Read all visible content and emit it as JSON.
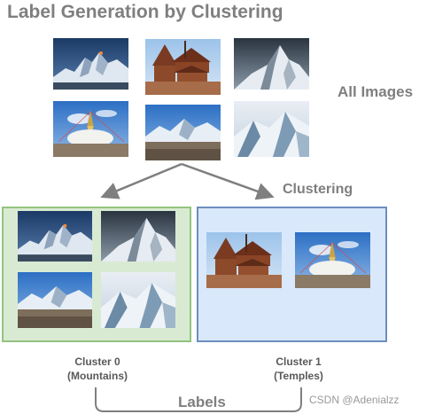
{
  "title": "Label Generation by Clustering",
  "all_images_label": "All Images",
  "clustering_label": "Clustering",
  "clusters": [
    {
      "name": "Cluster 0",
      "sub": "(Mountains)"
    },
    {
      "name": "Cluster 1",
      "sub": "(Temples)"
    }
  ],
  "labels_text": "Labels",
  "watermark": "CSDN @Adenialzz",
  "colors": {
    "cluster0_fill": "#d9ead3",
    "cluster0_border": "#93c47d",
    "cluster1_fill": "#dae8fc",
    "cluster1_border": "#6c8ebf",
    "text_gray": "#7f7f7f",
    "arrow": "#7f7f7f"
  }
}
